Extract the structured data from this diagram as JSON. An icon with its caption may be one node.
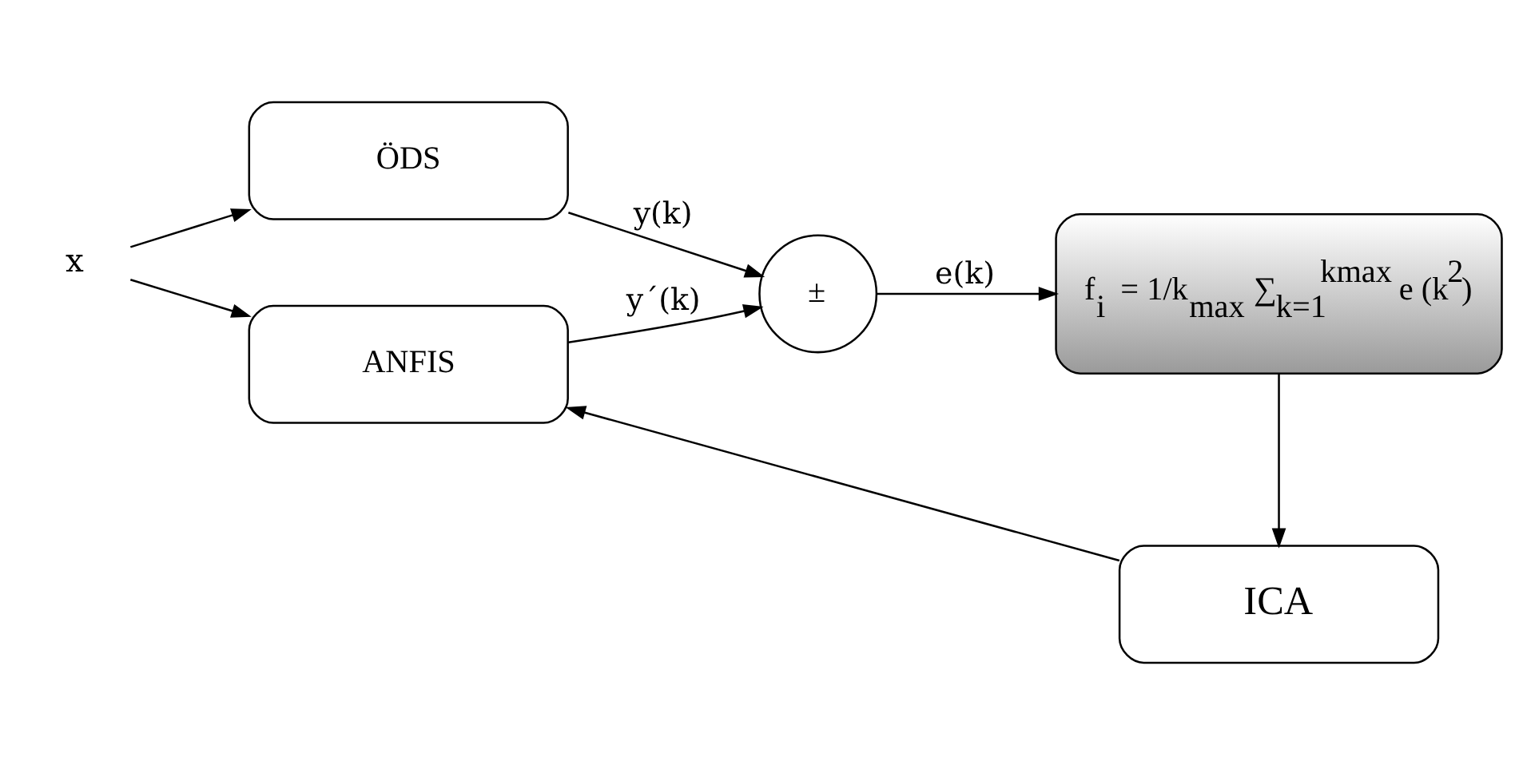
{
  "diagram": {
    "nodes": [
      {
        "text": [
          "x"
        ]
      },
      {
        "text": [
          "ÖDS"
        ]
      },
      {
        "text": [
          "ANFIS"
        ]
      },
      {
        "text": [
          "±"
        ]
      },
      {
        "text": [
          "f$_{i}$ = 1/k$_{max}$ ∑$_{k=1}$$^{kmax}$ e (k$^{2}$)"
        ]
      },
      {
        "text": [
          "ICA"
        ]
      }
    ],
    "edges": [
      {
        "from": 0,
        "to": 1,
        "arrow": "to"
      },
      {
        "from": 0,
        "to": 2,
        "arrow": "to"
      },
      {
        "from": 1,
        "to": 3,
        "arrow": "to",
        "label": "y(k)"
      },
      {
        "from": 2,
        "to": 3,
        "arrow": "to",
        "label": "y´(k)"
      },
      {
        "from": 3,
        "to": 4,
        "arrow": "to",
        "label": "e(k)"
      },
      {
        "from": 4,
        "to": 5,
        "arrow": "to"
      },
      {
        "from": 5,
        "to": 2,
        "arrow": "to"
      }
    ]
  }
}
